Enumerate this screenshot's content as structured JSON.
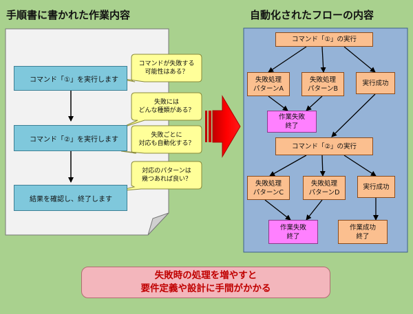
{
  "left_title": "手順書に書かれた作業内容",
  "right_title": "自動化されたフローの内容",
  "doc_steps": [
    "コマンド「①」を実行します",
    "コマンド「②」を実行します",
    "結果を確認し、終了します"
  ],
  "questions": [
    "コマンドが失敗する\n可能性はある？",
    "失敗には\nどんな種類がある？",
    "失敗ごとに\n対応も自動化する？",
    "対応のパターンは\n幾つあれば良い？"
  ],
  "flow": {
    "cmd1": "コマンド「①」の実行",
    "fail_a": "失敗処理\nパターンA",
    "fail_b": "失敗処理\nパターンB",
    "success1": "実行成功",
    "end_fail1": "作業失敗\n終了",
    "cmd2": "コマンド「②」の実行",
    "fail_c": "失敗処理\nパターンC",
    "fail_d": "失敗処理\nパターンD",
    "success2": "実行成功",
    "end_fail2": "作業失敗\n終了",
    "end_success": "作業成功\n終了"
  },
  "message": [
    "失敗時の処理を増やすと",
    "要件定義や設計に手間がかかる"
  ],
  "colors": {
    "background": "#a9d18e",
    "doc_step": "#7fc8dc",
    "bubble": "#ffff99",
    "flow_panel": "#95b3d7",
    "flow_node": "#fbbf8f",
    "fail_end": "#ff80ff",
    "arrow": "#ff0000",
    "message_bg": "#f3b6bc",
    "message_text": "#c00000"
  }
}
